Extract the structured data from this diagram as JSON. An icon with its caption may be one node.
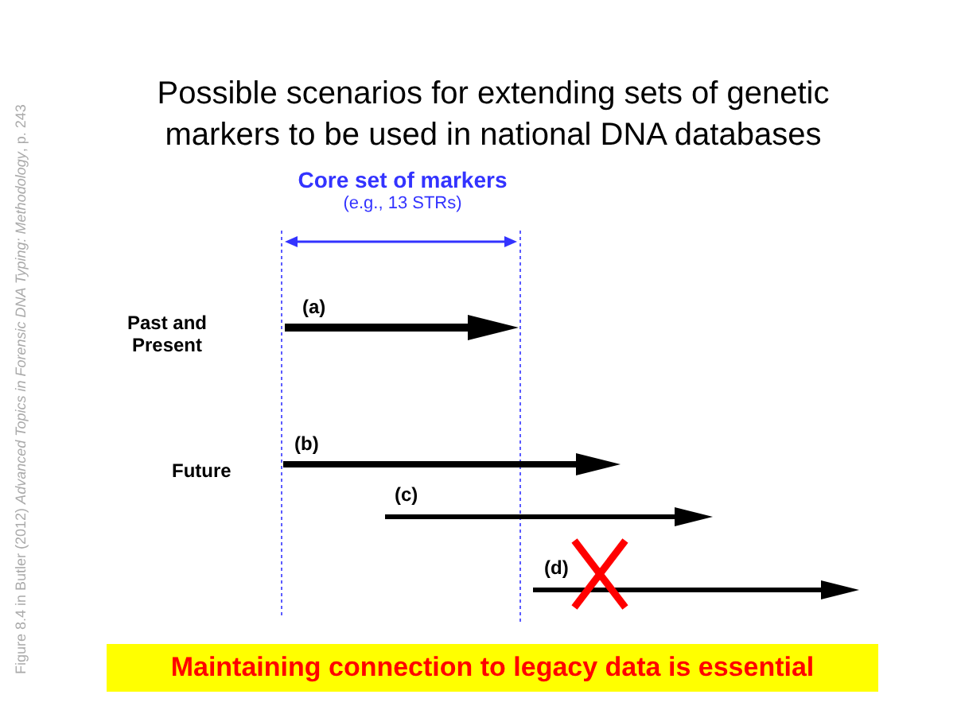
{
  "diagram": {
    "title": "Possible scenarios for extending sets of genetic markers to be used in national DNA databases",
    "nodes": [
      {
        "text": [
          "Maintaining connection to legacy data is essential"
        ]
      }
    ],
    "labels": [
      "Figure 8.4 in Butler (2012) *Advanced Topics in Forensic DNA Typing: Methodology*, p. 243",
      "Core set of markers",
      "(e.g., 13 STRs)",
      "Past and Present",
      "(a)",
      "Future",
      "(b)",
      "(c)",
      "(d)"
    ]
  }
}
